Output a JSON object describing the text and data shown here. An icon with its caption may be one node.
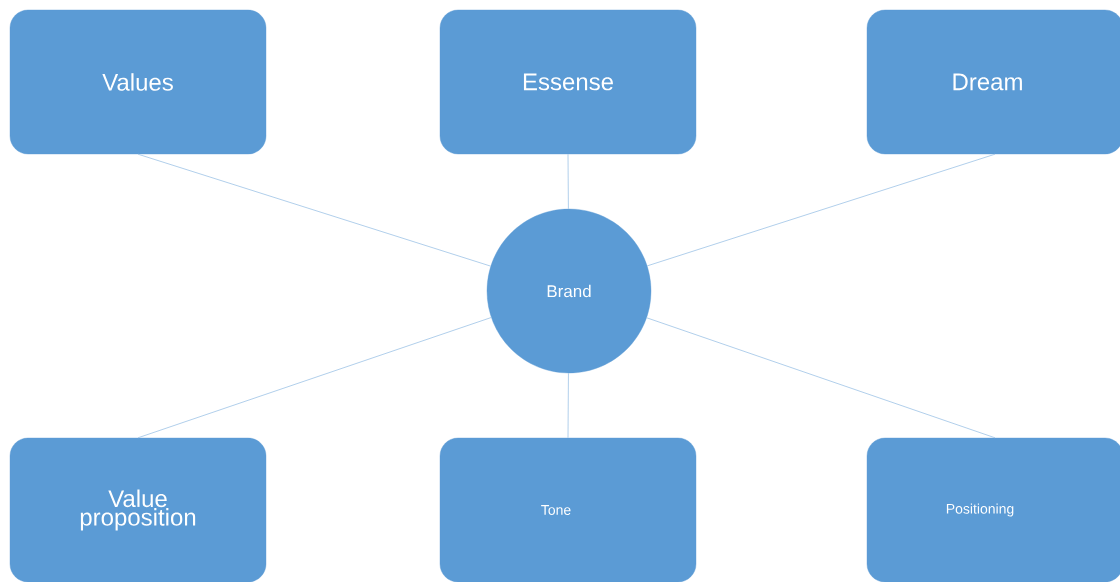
{
  "diagram": {
    "nodes": [
      {
        "text": [
          "Values"
        ]
      },
      {
        "text": [
          "Essense"
        ]
      },
      {
        "text": [
          "Dream"
        ]
      },
      {
        "text": [
          "Brand"
        ]
      },
      {
        "text": [
          "Value proposition"
        ]
      },
      {
        "text": [
          "Tone"
        ]
      },
      {
        "text": [
          "Positioning"
        ]
      }
    ],
    "edges": [
      {
        "from": 3,
        "to": 0,
        "arrow": "none"
      },
      {
        "from": 3,
        "to": 1,
        "arrow": "none"
      },
      {
        "from": 3,
        "to": 2,
        "arrow": "none"
      },
      {
        "from": 3,
        "to": 4,
        "arrow": "none"
      },
      {
        "from": 3,
        "to": 5,
        "arrow": "none"
      },
      {
        "from": 3,
        "to": 6,
        "arrow": "none"
      }
    ]
  }
}
